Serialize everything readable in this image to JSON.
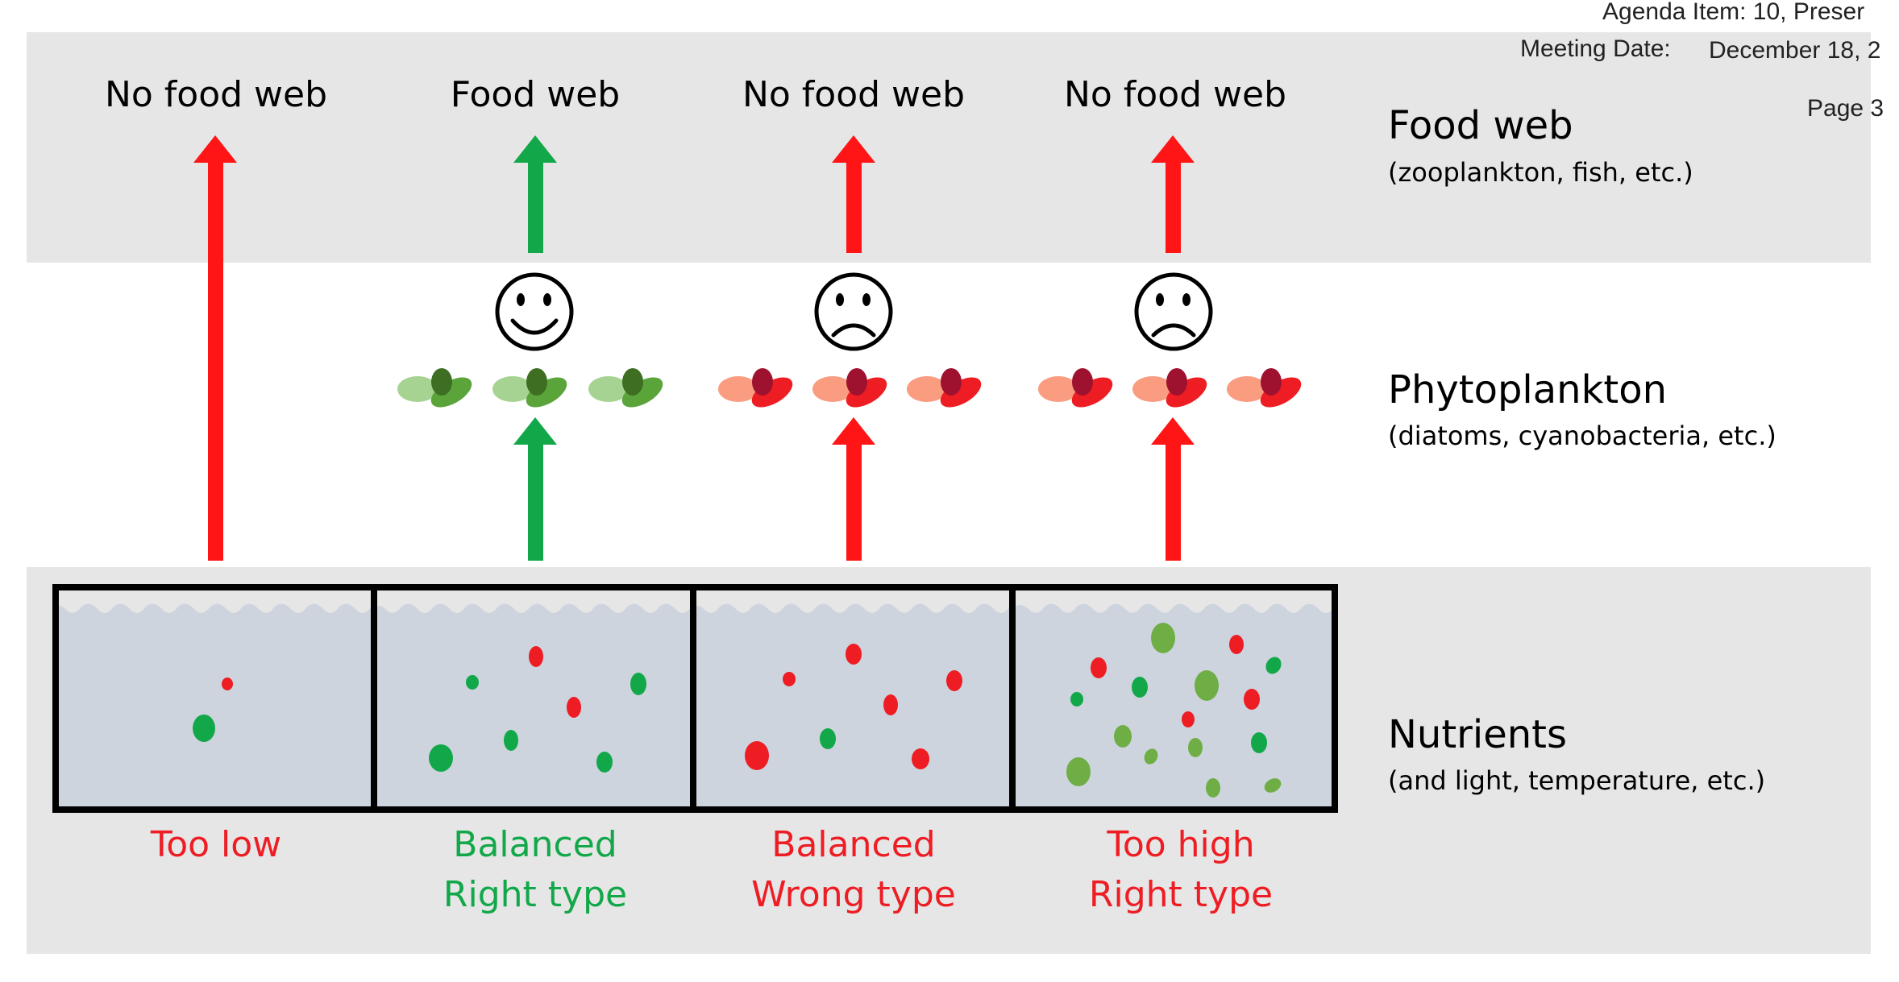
{
  "header": {
    "agenda": "Agenda Item: 10, Preser",
    "meeting_label": "Meeting Date:",
    "meeting_date": "December 18, 2",
    "page": "Page 3"
  },
  "rows": [
    {
      "title": "Food web",
      "subtitle": "(zooplankton, fish, etc.)"
    },
    {
      "title": "Phytoplankton",
      "subtitle": "(diatoms, cyanobacteria, etc.)"
    },
    {
      "title": "Nutrients",
      "subtitle": "(and light, temperature, etc.)"
    }
  ],
  "scenarios": [
    {
      "outcome": "No food web",
      "nutrient_line1": "Too low",
      "nutrient_line2": "",
      "status": "bad",
      "face": "",
      "phyto": ""
    },
    {
      "outcome": "Food web",
      "nutrient_line1": "Balanced",
      "nutrient_line2": "Right type",
      "status": "good",
      "face": "happy-face",
      "phyto": "green"
    },
    {
      "outcome": "No food web",
      "nutrient_line1": "Balanced",
      "nutrient_line2": "Wrong type",
      "status": "bad",
      "face": "sad-face",
      "phyto": "red"
    },
    {
      "outcome": "No food web",
      "nutrient_line1": "Too high",
      "nutrient_line2": "Right type",
      "status": "bad",
      "face": "sad-face",
      "phyto": "red"
    }
  ],
  "colors": {
    "good": "#12a84a",
    "bad": "#ff1515",
    "band": "#e6e6e6",
    "tank_water": "#cdd4de",
    "tank_border": "#000000",
    "phyto_green_light": "#a6d392",
    "phyto_green_mid": "#5aa43a",
    "phyto_green_dark": "#3d6e22",
    "phyto_red_light": "#f99c80",
    "phyto_red_mid": "#ee1d24",
    "phyto_red_dark": "#9e1230",
    "nutrient_light_green": "#6fae45"
  }
}
